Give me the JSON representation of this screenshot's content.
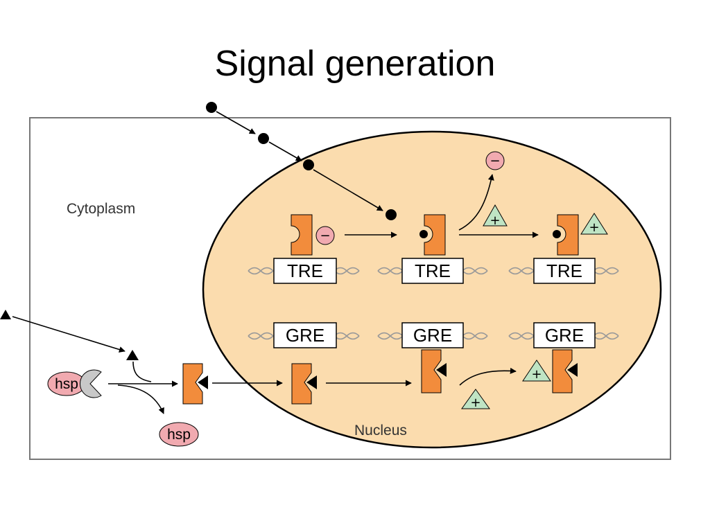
{
  "title": "Signal generation",
  "labels": {
    "cytoplasm": "Cytoplasm",
    "nucleus": "Nucleus",
    "hsp": "hsp",
    "tre": "TRE",
    "gre": "GRE",
    "minus": "−",
    "plus": "+"
  },
  "colors": {
    "nucleus_fill": "#fbdcae",
    "receptor": "#f28c3c",
    "coactivator": "#bfe4c4",
    "corepressor": "#f1aab0",
    "hsp_chaperone": "#c8c8c8",
    "ligand": "#000000"
  }
}
